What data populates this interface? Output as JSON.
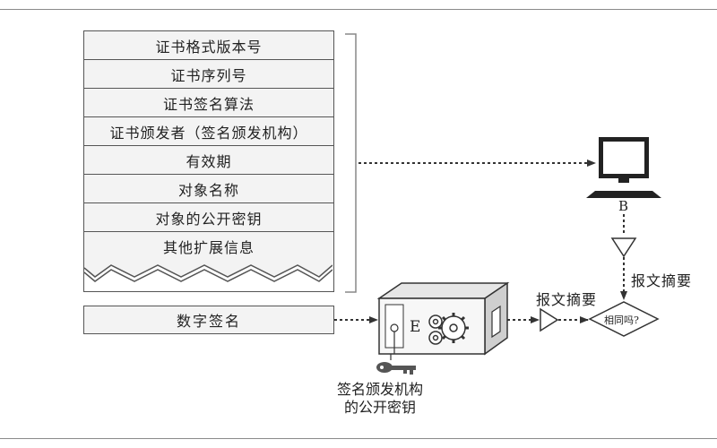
{
  "certificate": {
    "fields": [
      "证书格式版本号",
      "证书序列号",
      "证书签名算法",
      "证书颁发者（签名颁发机构）",
      "有效期",
      "对象名称",
      "对象的公开密钥",
      "其他扩展信息"
    ]
  },
  "signature": {
    "label": "数字签名"
  },
  "computer": {
    "label": "B"
  },
  "digest": {
    "right_label": "报文摘要",
    "left_label": "报文摘要",
    "compare_label": "相同吗?"
  },
  "device": {
    "label": "E"
  },
  "key": {
    "caption_line1": "签名颁发机构",
    "caption_line2": "的公开密钥"
  },
  "colors": {
    "line": "#333333",
    "box_fill": "#f3f3f3"
  }
}
